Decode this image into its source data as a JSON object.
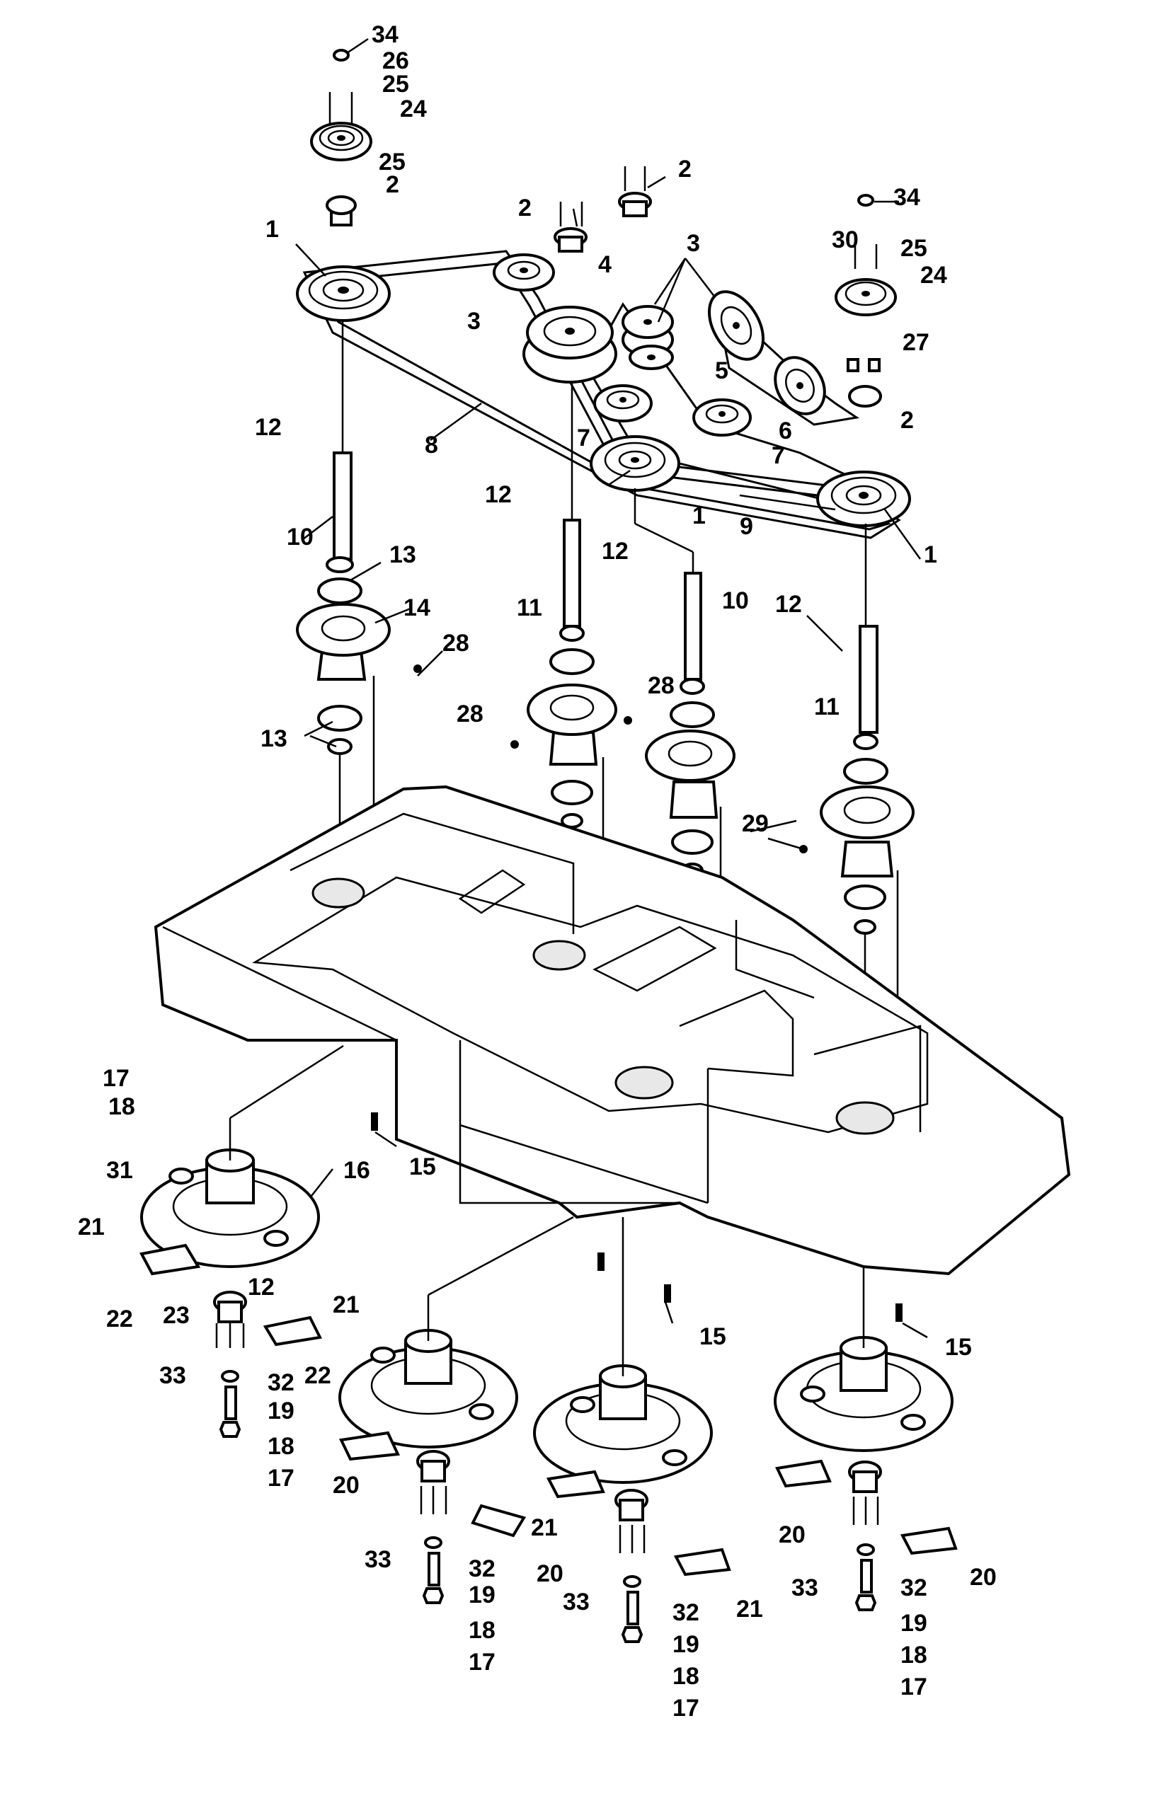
{
  "colors": {
    "line": "#000000",
    "background": "#ffffff",
    "shade": "#e8e8e8"
  },
  "callouts": [
    {
      "text": "34"
    },
    {
      "text": "26"
    },
    {
      "text": "25"
    },
    {
      "text": "24"
    },
    {
      "text": "25"
    },
    {
      "text": "2"
    },
    {
      "text": "1"
    },
    {
      "text": "2"
    },
    {
      "text": "2"
    },
    {
      "text": "3"
    },
    {
      "text": "4"
    },
    {
      "text": "3"
    },
    {
      "text": "34"
    },
    {
      "text": "30"
    },
    {
      "text": "25"
    },
    {
      "text": "24"
    },
    {
      "text": "27"
    },
    {
      "text": "5"
    },
    {
      "text": "2"
    },
    {
      "text": "6"
    },
    {
      "text": "7"
    },
    {
      "text": "7"
    },
    {
      "text": "8"
    },
    {
      "text": "12"
    },
    {
      "text": "1"
    },
    {
      "text": "9"
    },
    {
      "text": "1"
    },
    {
      "text": "10"
    },
    {
      "text": "13"
    },
    {
      "text": "12"
    },
    {
      "text": "14"
    },
    {
      "text": "12"
    },
    {
      "text": "11"
    },
    {
      "text": "10"
    },
    {
      "text": "12"
    },
    {
      "text": "28"
    },
    {
      "text": "28"
    },
    {
      "text": "28"
    },
    {
      "text": "11"
    },
    {
      "text": "13"
    },
    {
      "text": "29"
    },
    {
      "text": "17"
    },
    {
      "text": "18"
    },
    {
      "text": "15"
    },
    {
      "text": "16"
    },
    {
      "text": "31"
    },
    {
      "text": "21"
    },
    {
      "text": "12"
    },
    {
      "text": "22"
    },
    {
      "text": "21"
    },
    {
      "text": "23"
    },
    {
      "text": "33"
    },
    {
      "text": "32"
    },
    {
      "text": "22"
    },
    {
      "text": "15"
    },
    {
      "text": "15"
    },
    {
      "text": "19"
    },
    {
      "text": "18"
    },
    {
      "text": "17"
    },
    {
      "text": "20"
    },
    {
      "text": "21"
    },
    {
      "text": "20"
    },
    {
      "text": "33"
    },
    {
      "text": "32"
    },
    {
      "text": "20"
    },
    {
      "text": "20"
    },
    {
      "text": "19"
    },
    {
      "text": "33"
    },
    {
      "text": "32"
    },
    {
      "text": "21"
    },
    {
      "text": "33"
    },
    {
      "text": "32"
    },
    {
      "text": "18"
    },
    {
      "text": "19"
    },
    {
      "text": "19"
    },
    {
      "text": "17"
    },
    {
      "text": "18"
    },
    {
      "text": "18"
    },
    {
      "text": "17"
    },
    {
      "text": "17"
    }
  ]
}
